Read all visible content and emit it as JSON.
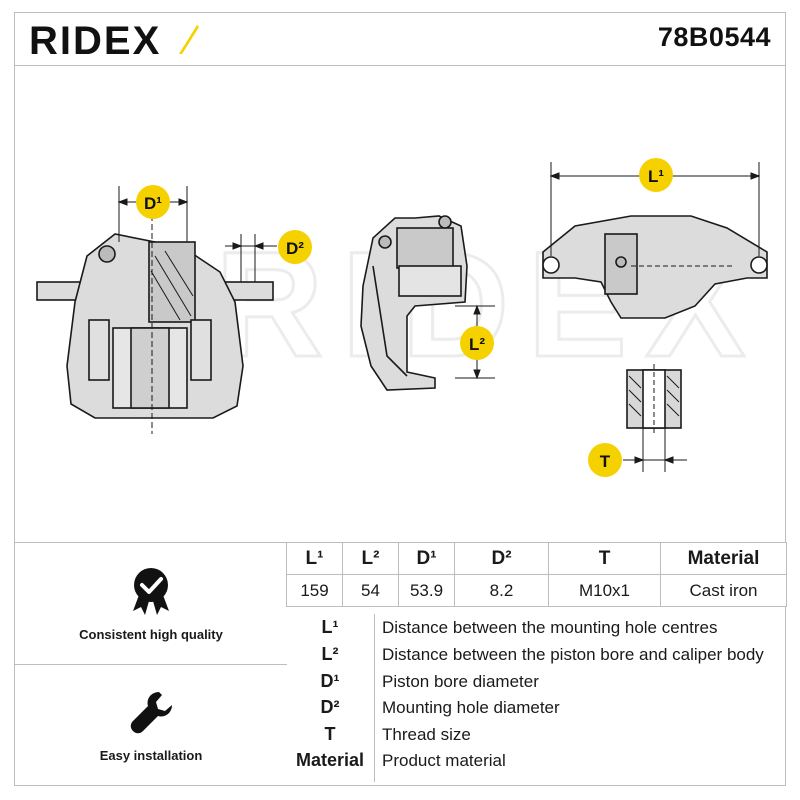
{
  "header": {
    "brand": "RIDEX",
    "part_number": "78B0544"
  },
  "drawing": {
    "labels": {
      "d1": "D¹",
      "d2": "D²",
      "l1": "L¹",
      "l2": "L²",
      "t": "T"
    },
    "watermark": "RIDEX"
  },
  "features": [
    {
      "label": "Consistent high quality",
      "icon": "quality-badge-icon"
    },
    {
      "label": "Easy installation",
      "icon": "wrench-icon"
    }
  ],
  "spec_table": {
    "headers": [
      "L¹",
      "L²",
      "D¹",
      "D²",
      "T",
      "Material"
    ],
    "values": [
      "159",
      "54",
      "53.9",
      "8.2",
      "M10x1",
      "Cast iron"
    ]
  },
  "legend": [
    {
      "symbol": "L¹",
      "description": "Distance between the mounting hole centres"
    },
    {
      "symbol": "L²",
      "description": "Distance between the piston bore and caliper body"
    },
    {
      "symbol": "D¹",
      "description": "Piston bore diameter"
    },
    {
      "symbol": "D²",
      "description": "Mounting hole diameter"
    },
    {
      "symbol": "T",
      "description": "Thread size"
    },
    {
      "symbol": "Material",
      "description": "Product material"
    }
  ],
  "colors": {
    "accent_yellow": "#f5d100",
    "line": "#1a1a1a",
    "part_gray": "#d9d9d9",
    "border": "#bdbdbd"
  }
}
